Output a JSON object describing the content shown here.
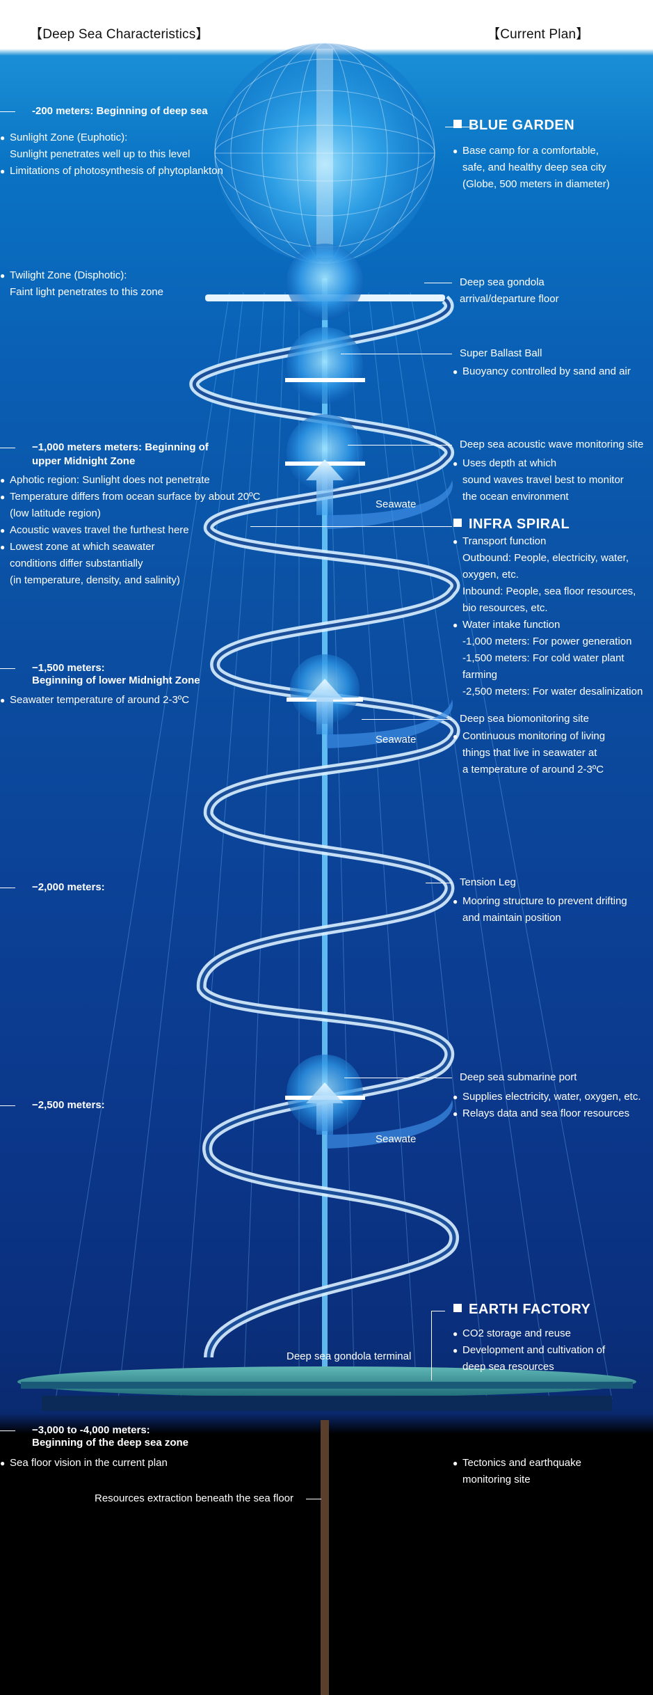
{
  "headers": {
    "left": "【Deep Sea Characteristics】",
    "right": "【Current Plan】"
  },
  "left": {
    "m200_title": "-200 meters: Beginning of deep sea",
    "sunlight_zone": "Sunlight Zone (Euphotic):",
    "sunlight_line2": "Sunlight penetrates well up to this level",
    "sunlight_line3": "Limitations of photosynthesis of phytoplankton",
    "twilight_zone": "Twilight Zone (Disphotic):",
    "twilight_line2": "Faint light penetrates to this zone",
    "m1000_title1": "−1,000 meters   meters: Beginning of",
    "m1000_title2": "upper Midnight Zone",
    "aphotic": "Aphotic region: Sunlight does not penetrate",
    "temp1": "Temperature differs from ocean surface by about 20ºC",
    "temp2": "(low latitude region)",
    "acoustic": "Acoustic waves travel the furthest here",
    "lowest1": "Lowest zone at which seawater",
    "lowest2": "conditions differ substantially",
    "lowest3": "(in temperature, density, and salinity)",
    "m1500_title1": "−1,500 meters:",
    "m1500_title2": "Beginning of lower Midnight Zone",
    "seawater_temp": "Seawater temperature of around 2-3ºC",
    "m2000": "−2,000 meters:",
    "m2500": "−2,500 meters:",
    "m3000_title1": "−3,000 to -4,000 meters:",
    "m3000_title2": "Beginning of the deep sea zone",
    "seafloor_vision": "Sea floor vision in the current plan",
    "resources_extraction": "Resources extraction beneath the sea floor"
  },
  "right": {
    "blue_garden": "BLUE GARDEN",
    "bg1": "Base camp for a comfortable,",
    "bg2": "safe, and healthy deep sea city",
    "bg3": "(Globe, 500 meters in diameter)",
    "gondola1": "Deep sea gondola",
    "gondola2": "arrival/departure floor",
    "ballast": "Super Ballast Ball",
    "buoyancy": "Buoyancy controlled by sand and air",
    "acoustic_site": "Deep sea acoustic wave monitoring site",
    "acoustic1": "Uses depth at which",
    "acoustic2": "sound waves travel best to monitor",
    "acoustic3": "the ocean environment",
    "infra_spiral": "INFRA SPIRAL",
    "transport": "Transport function",
    "outbound1": "Outbound: People, electricity, water,",
    "outbound2": "oxygen, etc.",
    "inbound1": "Inbound: People, sea floor resources,",
    "inbound2": "bio resources, etc.",
    "intake": "Water intake function",
    "intake1": "-1,000 meters: For power generation",
    "intake2": "-1,500 meters: For cold water plant",
    "intake2b": "farming",
    "intake3": "-2,500 meters: For water desalinization",
    "bio_site": "Deep sea biomonitoring site",
    "bio1": "Continuous monitoring of living",
    "bio2": "things that live in seawater at",
    "bio3": "a temperature of around 2-3ºC",
    "tension": "Tension Leg",
    "mooring1": "Mooring structure to prevent drifting",
    "mooring2": "and maintain position",
    "submarine": "Deep sea submarine port",
    "supplies": "Supplies electricity, water, oxygen, etc.",
    "relays": "Relays data and sea floor resources",
    "earth_factory": "EARTH FACTORY",
    "co2": "CO2 storage and reuse",
    "dev1": "Development and cultivation of",
    "dev2": "deep sea resources",
    "tectonics1": "Tectonics and earthquake",
    "tectonics2": "monitoring site"
  },
  "diagram": {
    "seawater_1": "Seawate",
    "seawater_2": "Seawate",
    "seawater_3": "Seawate",
    "gondola_terminal": "Deep sea gondola terminal"
  }
}
